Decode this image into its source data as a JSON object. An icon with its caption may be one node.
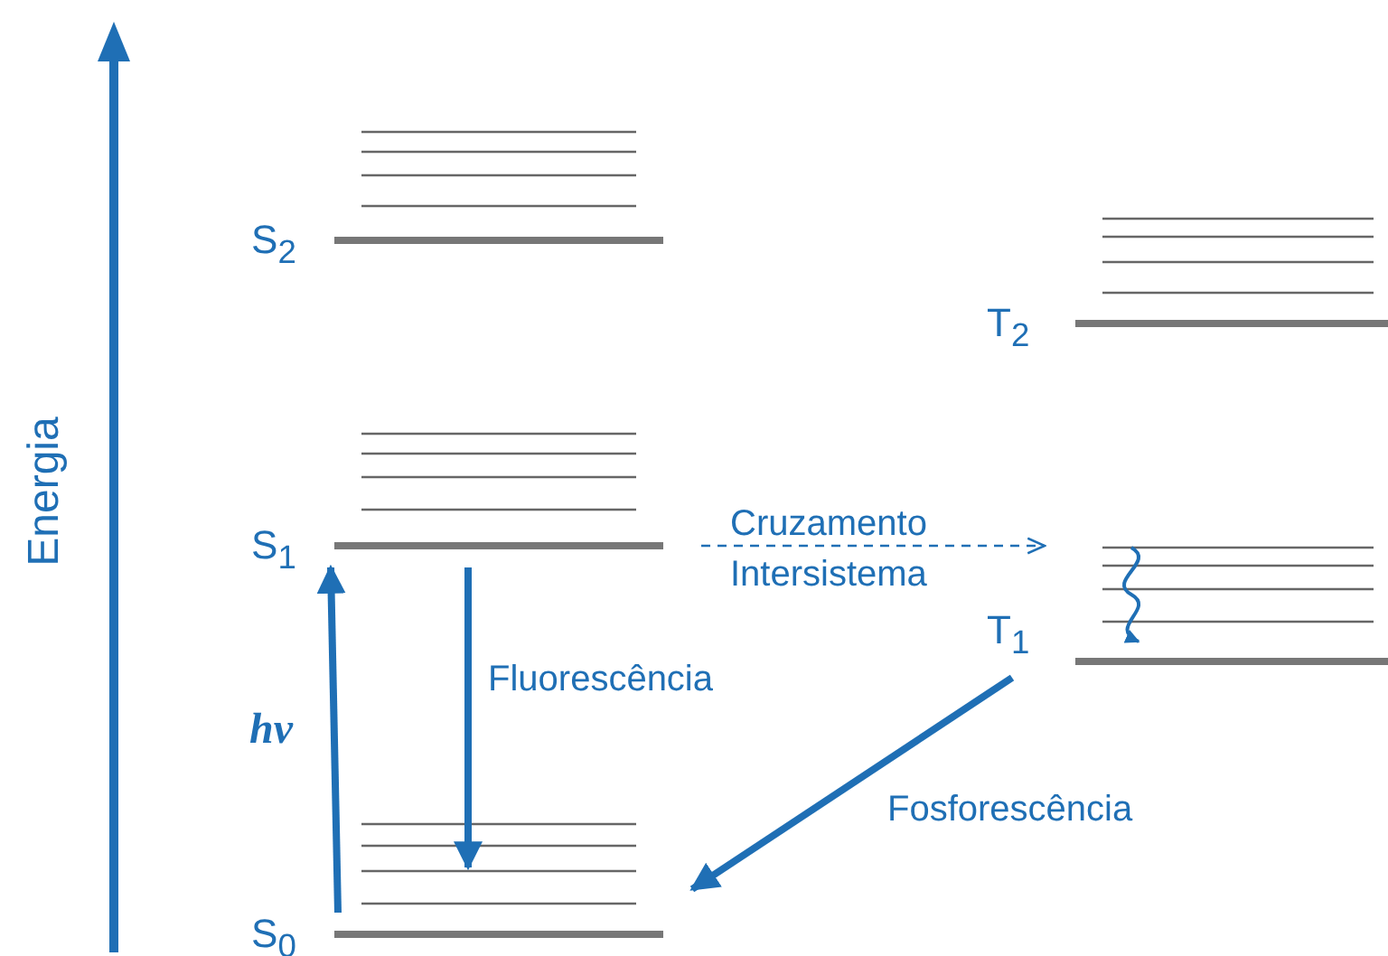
{
  "diagram": {
    "nodes": [
      {
        "text": [
          "S$_{2}$"
        ]
      },
      {
        "text": [
          "S$_{1}$"
        ]
      },
      {
        "text": [
          "S$_{0}$"
        ]
      },
      {
        "text": [
          "T$_{2}$"
        ]
      },
      {
        "text": [
          "T$_{1}$"
        ]
      }
    ],
    "edges": [
      {
        "from": 2,
        "to": 1,
        "arrow": "to",
        "label": "hv"
      },
      {
        "from": 1,
        "to": 2,
        "arrow": "to",
        "label": "Fluorescência"
      },
      {
        "from": 1,
        "to": 4,
        "arrow": "to",
        "style": "dashed",
        "label": "Cruzamento Intersistema"
      },
      {
        "from": 4,
        "to": 2,
        "arrow": "to",
        "label": "Fosforescência"
      },
      {
        "from": null,
        "to": 4,
        "arrow": "to"
      }
    ],
    "labels": [
      "Energia"
    ]
  }
}
